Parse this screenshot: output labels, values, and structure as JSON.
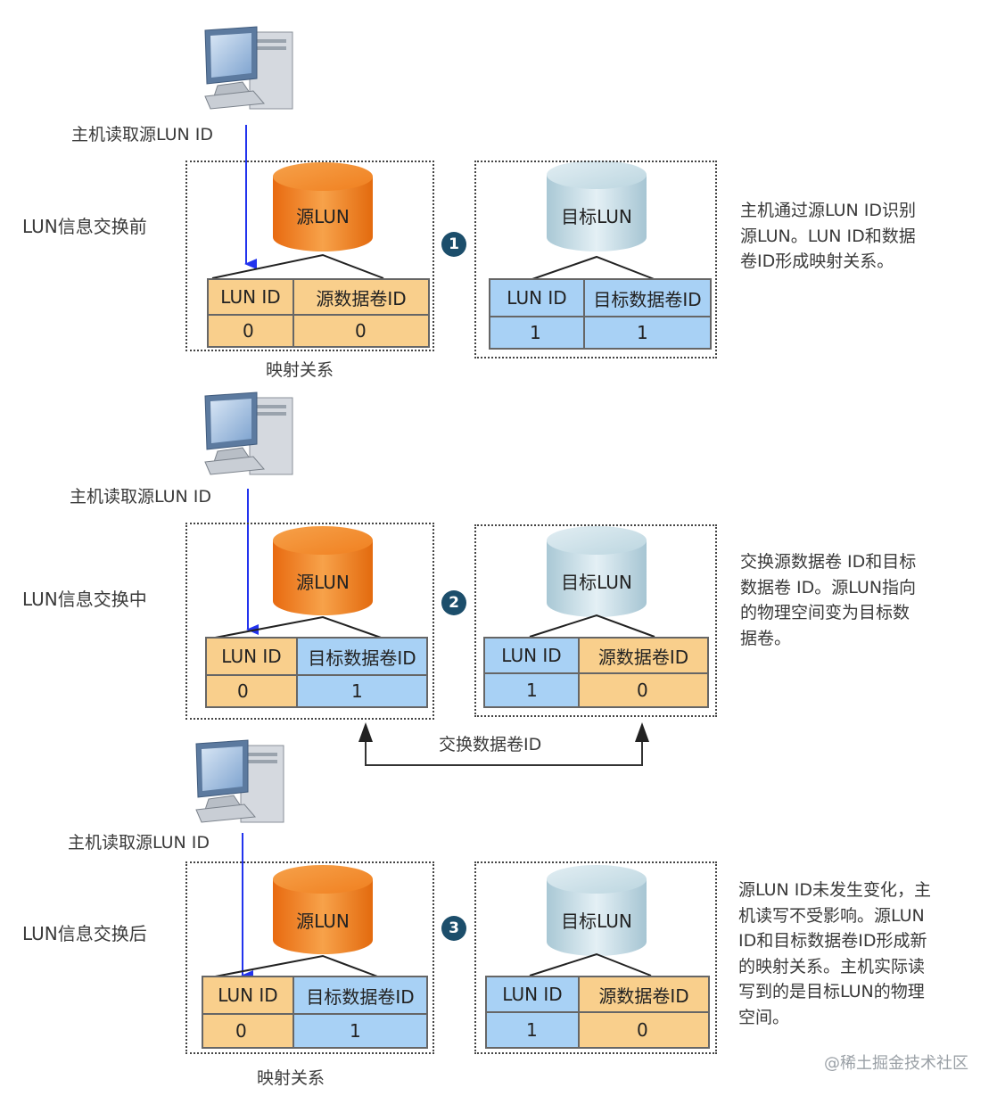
{
  "host_read_label": "主机读取源LUN ID",
  "mapping_label": "映射关系",
  "source_lun_label": "源LUN",
  "target_lun_label": "目标LUN",
  "lun_id_header": "LUN ID",
  "source_volume_id_header": "源数据卷ID",
  "target_volume_id_header": "目标数据卷ID",
  "swap_label": "交换数据卷ID",
  "watermark": "@稀土掘金技术社区",
  "stages": [
    {
      "badge": "1",
      "label": "LUN信息交换前",
      "source_table": {
        "id": "0",
        "vol": "0"
      },
      "target_table": {
        "id": "1",
        "vol": "1"
      },
      "description": "主机通过源LUN ID识别\n源LUN。LUN ID和数据\n卷ID形成映射关系。"
    },
    {
      "badge": "2",
      "label": "LUN信息交换中",
      "source_table": {
        "id": "0",
        "vol": "1"
      },
      "target_table": {
        "id": "1",
        "vol": "0"
      },
      "description": "交换源数据卷 ID和目标\n数据卷 ID。源LUN指向\n的物理空间变为目标数\n据卷。"
    },
    {
      "badge": "3",
      "label": "LUN信息交换后",
      "source_table": {
        "id": "0",
        "vol": "1"
      },
      "target_table": {
        "id": "1",
        "vol": "0"
      },
      "description": "源LUN ID未发生变化，主\n机读写不受影响。源LUN\nID和目标数据卷ID形成新\n的映射关系。主机实际读\n写到的是目标LUN的物理\n空间。"
    }
  ],
  "colors": {
    "orange_cell": "#f9cf8c",
    "blue_cell": "#a8d1f5",
    "source_cylinder": "#f07b1a",
    "target_cylinder": "#b9d5df",
    "host_arrow": "#2233ee",
    "badge": "#1c4e6b"
  },
  "icons": [
    "computer-icon",
    "cylinder-icon",
    "dashed-arrow-icon"
  ]
}
